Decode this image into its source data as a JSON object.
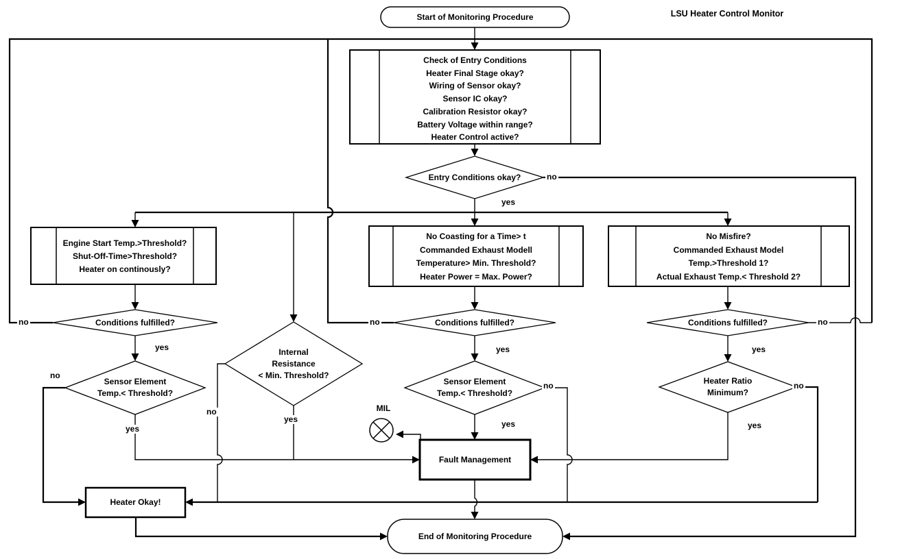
{
  "title": "LSU Heater Control Monitor",
  "colors": {
    "ink": "#000000",
    "paper": "#ffffff"
  },
  "nodes": {
    "start": "Start of Monitoring Procedure",
    "entry_check": "Check of Entry Conditions\nHeater Final Stage okay?\nWiring of Sensor okay?\nSensor IC okay?\nCalibration Resistor okay?\nBattery Voltage within range?\nHeater Control active?",
    "entry_ok": "Entry Conditions okay?",
    "engine_check": "Engine Start Temp.>Threshold?\nShut-Off-Time>Threshold?\nHeater on continously?",
    "coasting_check": "No Coasting for a Time> t\nCommanded Exhaust Modell\nTemperature> Min. Threshold?\nHeater Power = Max. Power?",
    "misfire_check": "No Misfire?\nCommanded Exhaust Model\nTemp.>Threshold 1?\nActual Exhaust Temp.< Threshold 2?",
    "cond_left": "Conditions fulfilled?",
    "cond_mid": "Conditions fulfilled?",
    "cond_right": "Conditions fulfilled?",
    "sensor_left": "Sensor Element\nTemp.< Threshold?",
    "sensor_mid": "Sensor Element\nTemp.< Threshold?",
    "internal_res": "Internal\nResistance\n< Min. Threshold?",
    "heater_ratio": "Heater Ratio\nMinimum?",
    "mil": "MIL",
    "fault_mgmt": "Fault Management",
    "heater_okay": "Heater Okay!",
    "end": "End of Monitoring Procedure"
  },
  "labels": {
    "entry_yes": "yes",
    "entry_no": "no",
    "cond_left_yes": "yes",
    "cond_left_no": "no",
    "sensor_left_yes": "yes",
    "sensor_left_no": "no",
    "internal_yes": "yes",
    "internal_no": "no",
    "cond_mid_yes": "yes",
    "cond_mid_no": "no",
    "sensor_mid_yes": "yes",
    "sensor_mid_no": "no",
    "cond_right_yes": "yes",
    "cond_right_no": "no",
    "ratio_yes": "yes",
    "ratio_no": "no"
  }
}
